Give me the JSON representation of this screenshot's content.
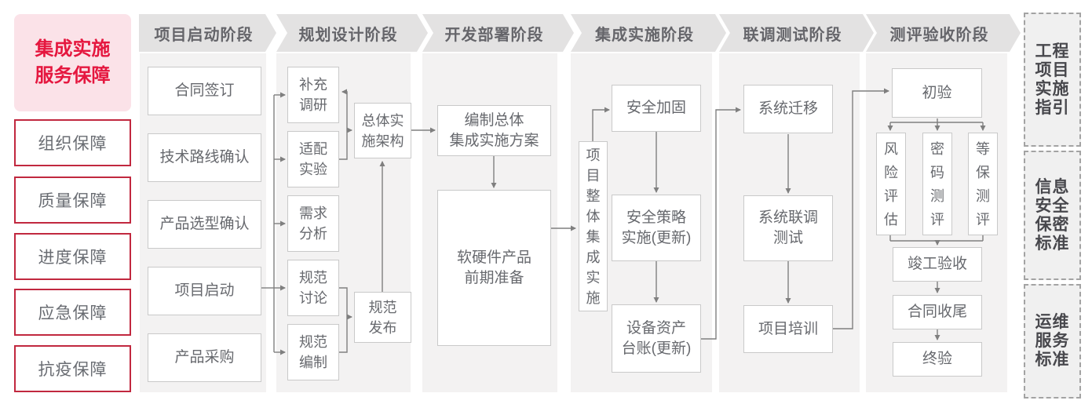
{
  "colors": {
    "accent_red_text": "#e5173f",
    "pink_title_bg": "#fbe2e8",
    "red_box_border": "#c1283f",
    "panel_bg": "#f3f2f2",
    "banner_bg": "#e3e2e2",
    "node_border": "#c9c9c9",
    "node_text": "#67696e",
    "arrow": "#7f7f7f"
  },
  "sidebar": {
    "title": "集成实施\n服务保障",
    "items": [
      {
        "label": "组织保障"
      },
      {
        "label": "质量保障"
      },
      {
        "label": "进度保障"
      },
      {
        "label": "应急保障"
      },
      {
        "label": "抗疫保障"
      }
    ]
  },
  "phases": [
    {
      "label": "项目启动阶段"
    },
    {
      "label": "规划设计阶段"
    },
    {
      "label": "开发部署阶段"
    },
    {
      "label": "集成实施阶段"
    },
    {
      "label": "联调测试阶段"
    },
    {
      "label": "测评验收阶段"
    }
  ],
  "nodes": {
    "contract_sign": "合同签订",
    "tech_route_confirm": "技术路线确认",
    "product_selection_confirm": "产品选型确认",
    "project_kickoff": "项目启动",
    "product_purchase": "产品采购",
    "supplement_research": "补充\n调研",
    "adaptation_experiment": "适配\n实验",
    "requirement_analysis": "需求\n分析",
    "spec_discussion": "规范\n讨论",
    "spec_drafting": "规范\n编制",
    "overall_implementation_arch": "总体实\n施架构",
    "spec_release": "规范\n发布",
    "overall_integration_plan": "编制总体\n集成实施方案",
    "hw_sw_preparation": "软硬件产品\n前期准备",
    "overall_project_integration": "项\n目\n整\n体\n集\n成\n实\n施",
    "security_hardening": "安全加固",
    "security_policy_update": "安全策略\n实施(更新)",
    "asset_ledger_update": "设备资产\n台账(更新)",
    "system_migration": "系统迁移",
    "system_joint_test": "系统联调\n测试",
    "project_training": "项目培训",
    "initial_acceptance": "初验",
    "risk_assessment": "风\n险\n评\n估",
    "crypto_evaluation": "密\n码\n测\n评",
    "mlps_evaluation": "等\n保\n测\n评",
    "completion_acceptance": "竣工验收",
    "contract_closure": "合同收尾",
    "final_acceptance": "终验"
  },
  "standards": [
    {
      "label": "工程\n项目\n实施\n指引"
    },
    {
      "label": "信息\n安全\n保密\n标准"
    },
    {
      "label": "运维\n服务\n标准"
    }
  ]
}
